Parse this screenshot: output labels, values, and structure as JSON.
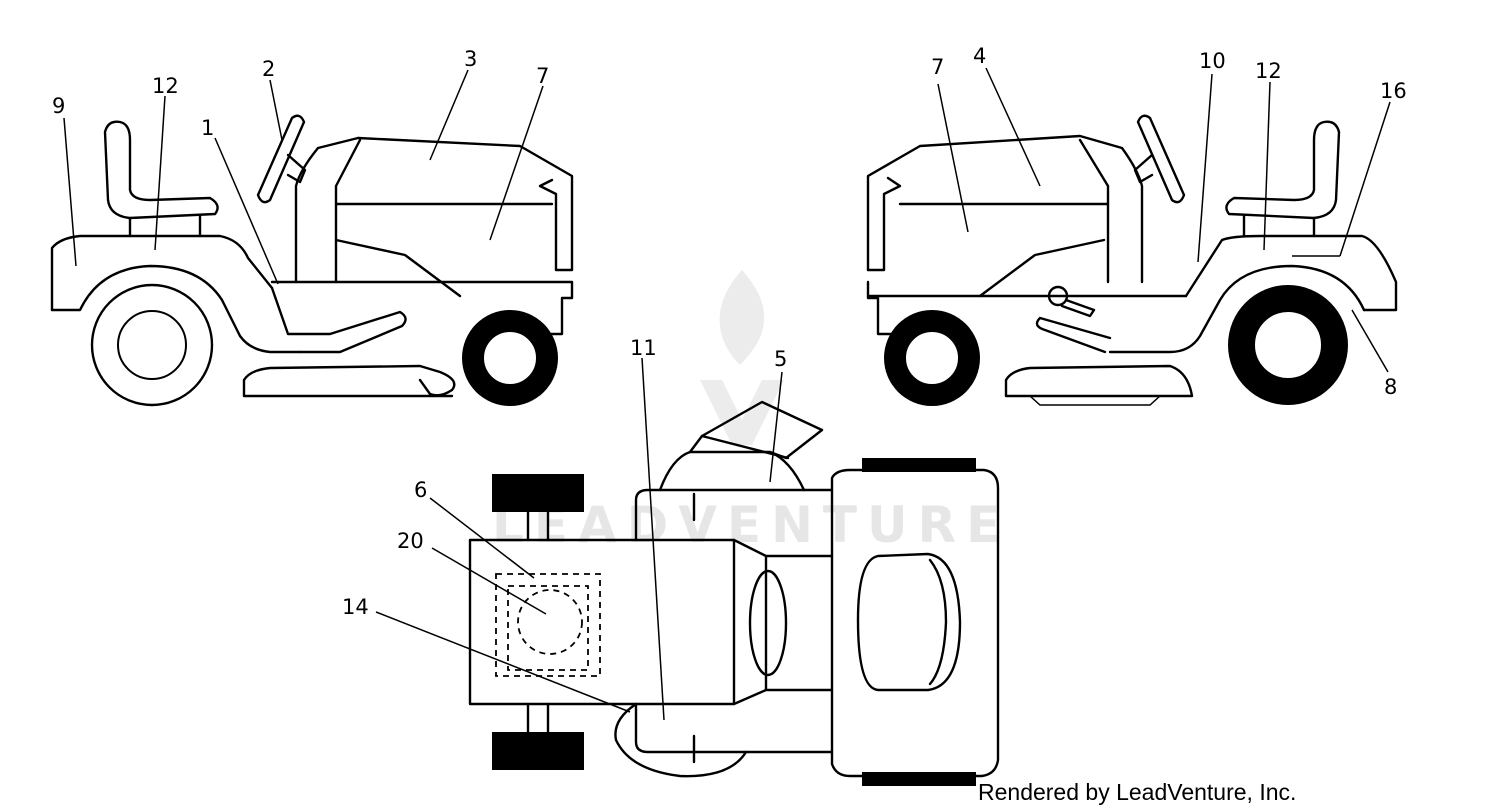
{
  "watermark": {
    "text": "LEADVENTURE"
  },
  "credit": "Rendered by LeadVenture, Inc.",
  "callouts": {
    "left_side_view": [
      {
        "label": "9"
      },
      {
        "label": "12"
      },
      {
        "label": "1"
      },
      {
        "label": "2"
      },
      {
        "label": "3"
      },
      {
        "label": "7"
      }
    ],
    "right_side_view": [
      {
        "label": "7"
      },
      {
        "label": "4"
      },
      {
        "label": "10"
      },
      {
        "label": "12"
      },
      {
        "label": "16"
      },
      {
        "label": "8"
      }
    ],
    "top_view": [
      {
        "label": "11"
      },
      {
        "label": "5"
      },
      {
        "label": "6"
      },
      {
        "label": "20"
      },
      {
        "label": "14"
      }
    ]
  }
}
